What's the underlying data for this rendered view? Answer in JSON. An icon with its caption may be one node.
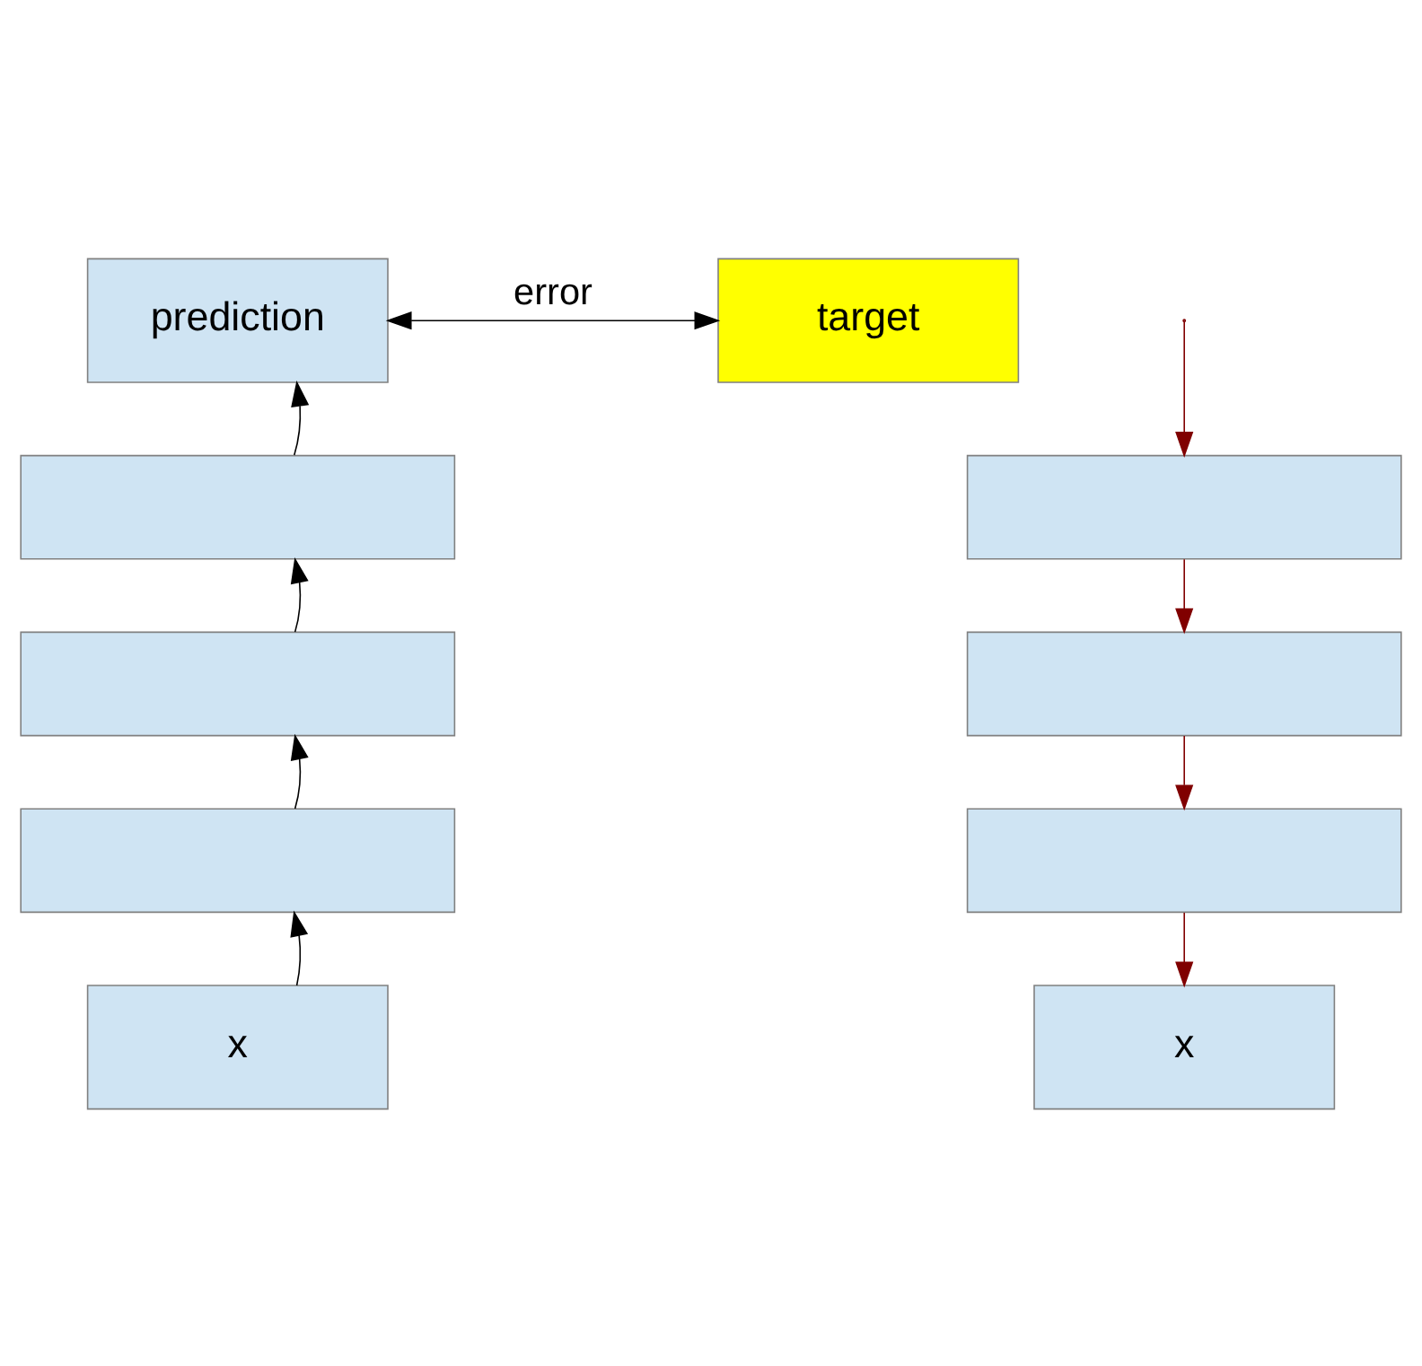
{
  "diagram": {
    "nodes": [
      {
        "text": [
          "prediction"
        ]
      },
      {
        "text": [
          "target"
        ]
      },
      {
        "text": [],
        "shape": "box"
      },
      {
        "text": [],
        "shape": "box"
      },
      {
        "text": [],
        "shape": "box"
      },
      {
        "text": [],
        "shape": "box"
      },
      {
        "text": [],
        "shape": "box"
      },
      {
        "text": [],
        "shape": "box"
      },
      {
        "text": [
          "x"
        ]
      },
      {
        "text": [
          "x"
        ]
      }
    ],
    "edges": [
      {
        "from": 8,
        "to": 6,
        "arrow": "to"
      },
      {
        "from": 6,
        "to": 4,
        "arrow": "to"
      },
      {
        "from": 4,
        "to": 2,
        "arrow": "to"
      },
      {
        "from": 2,
        "to": 0,
        "arrow": "to"
      },
      {
        "from": 0,
        "to": 1,
        "arrow": "both",
        "label": "error"
      },
      {
        "from": null,
        "to": 3,
        "arrow": "to",
        "color": "#800000"
      },
      {
        "from": 3,
        "to": 5,
        "arrow": "to",
        "color": "#800000"
      },
      {
        "from": 5,
        "to": 7,
        "arrow": "to",
        "color": "#800000"
      },
      {
        "from": 7,
        "to": 9,
        "arrow": "to",
        "color": "#800000"
      }
    ]
  }
}
